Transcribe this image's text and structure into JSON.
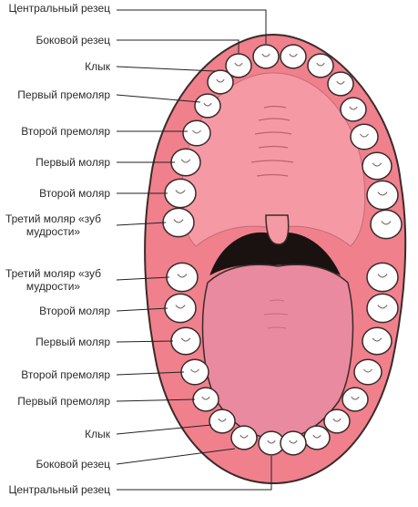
{
  "upper_labels": [
    {
      "text": "Центральный резец"
    },
    {
      "text": "Боковой резец"
    },
    {
      "text": "Клык"
    },
    {
      "text": "Первый премоляр"
    },
    {
      "text": "Второй премоляр"
    },
    {
      "text": "Первый моляр"
    },
    {
      "text": "Второй моляр"
    },
    {
      "text": "Третий моляр «зуб мудрости»"
    }
  ],
  "lower_labels": [
    {
      "text": "Третий моляр «зуб мудрости»"
    },
    {
      "text": "Второй моляр"
    },
    {
      "text": "Первый моляр"
    },
    {
      "text": "Второй премоляр"
    },
    {
      "text": "Первый премоляр"
    },
    {
      "text": "Клык"
    },
    {
      "text": "Боковой резец"
    },
    {
      "text": "Центральный резец"
    }
  ],
  "colors": {
    "gum": "#f0808c",
    "palate": "#f59aa5",
    "outline": "#3a2a2a",
    "tongue": "#e98aa0",
    "throat": "#1a1210",
    "tooth": "#ffffff",
    "line": "#222222"
  }
}
